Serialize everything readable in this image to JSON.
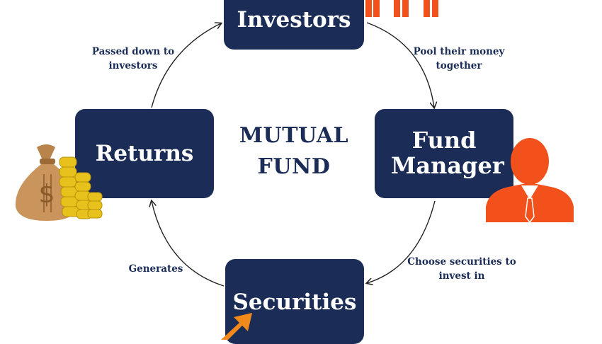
{
  "title": "MUTUAL FUND",
  "nodes": {
    "investors": "Investors",
    "fund_manager": "Fund Manager",
    "securities": "Securities",
    "returns": "Returns"
  },
  "edges": {
    "investors_to_manager": "Pool their money together",
    "manager_to_securities": "Choose securities to invest in",
    "securities_to_returns": "Generates",
    "returns_to_investors": "Passed down to investors"
  },
  "icons": {
    "people": "people-icon",
    "businessman": "businessman-icon",
    "money_bag": "money-bag-icon",
    "growth_arrow": "growth-arrow-icon"
  },
  "colors": {
    "box": "#1b2d57",
    "accent_orange": "#f2511b",
    "bag": "#c9955c",
    "coin": "#e8c21c"
  }
}
